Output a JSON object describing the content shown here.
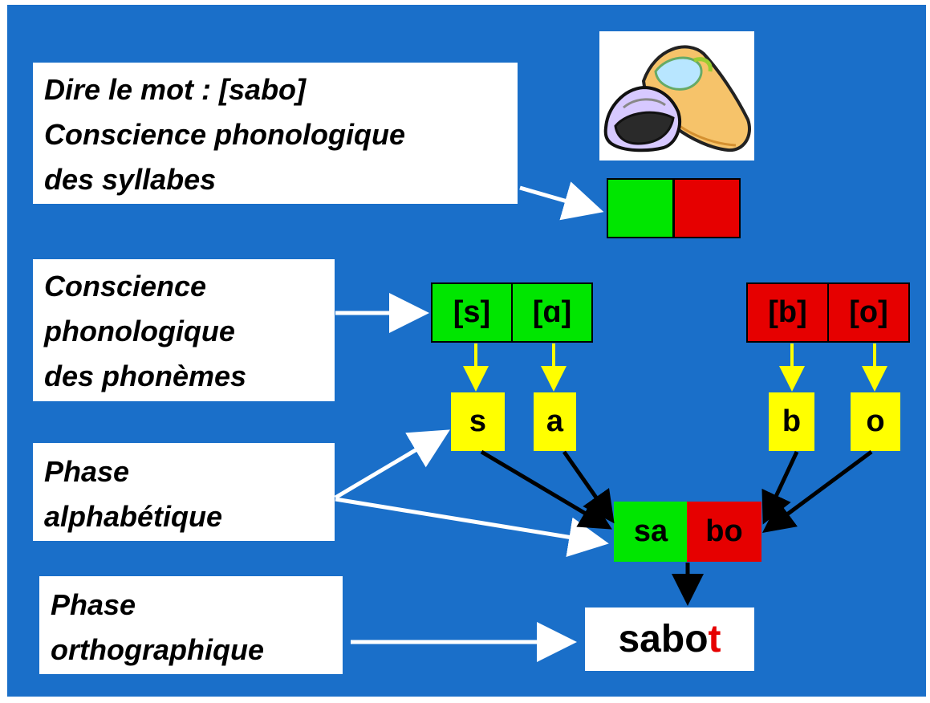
{
  "labels": {
    "syllables": [
      "Dire le mot :  [sabo]",
      "Conscience phonologique",
      "des syllabes"
    ],
    "phonemes": [
      "Conscience",
      "phonologique",
      "des phonèmes"
    ],
    "alphabetic": [
      "Phase",
      "alphabétique"
    ],
    "orthographic": [
      "Phase",
      "orthographique"
    ]
  },
  "phonemes": [
    "[s]",
    "[ɑ]",
    "[b]",
    "[o]"
  ],
  "letters": [
    "s",
    "a",
    "b",
    "o"
  ],
  "syllable_boxes": [
    "sa",
    "bo"
  ],
  "word": {
    "main": "sabo",
    "silent": "t"
  },
  "colors": {
    "background": "#1a6fc9",
    "green": "#00e600",
    "red": "#e60000",
    "yellow": "#ffff00",
    "silent_letter": "#e60000"
  },
  "icons": {
    "image": "wooden-clogs-icon"
  }
}
